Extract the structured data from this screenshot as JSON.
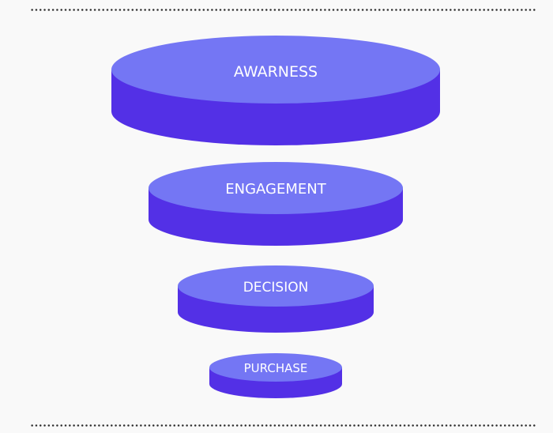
{
  "colors": {
    "background": "#f9f9f9",
    "disc_top": "#7476f4",
    "disc_side": "#5330e6",
    "label": "#ffffff",
    "rule": "#2a2a2a"
  },
  "funnel": {
    "stages": [
      {
        "label": "AWARNESS"
      },
      {
        "label": "ENGAGEMENT"
      },
      {
        "label": "DECISION"
      },
      {
        "label": "PURCHASE"
      }
    ]
  }
}
